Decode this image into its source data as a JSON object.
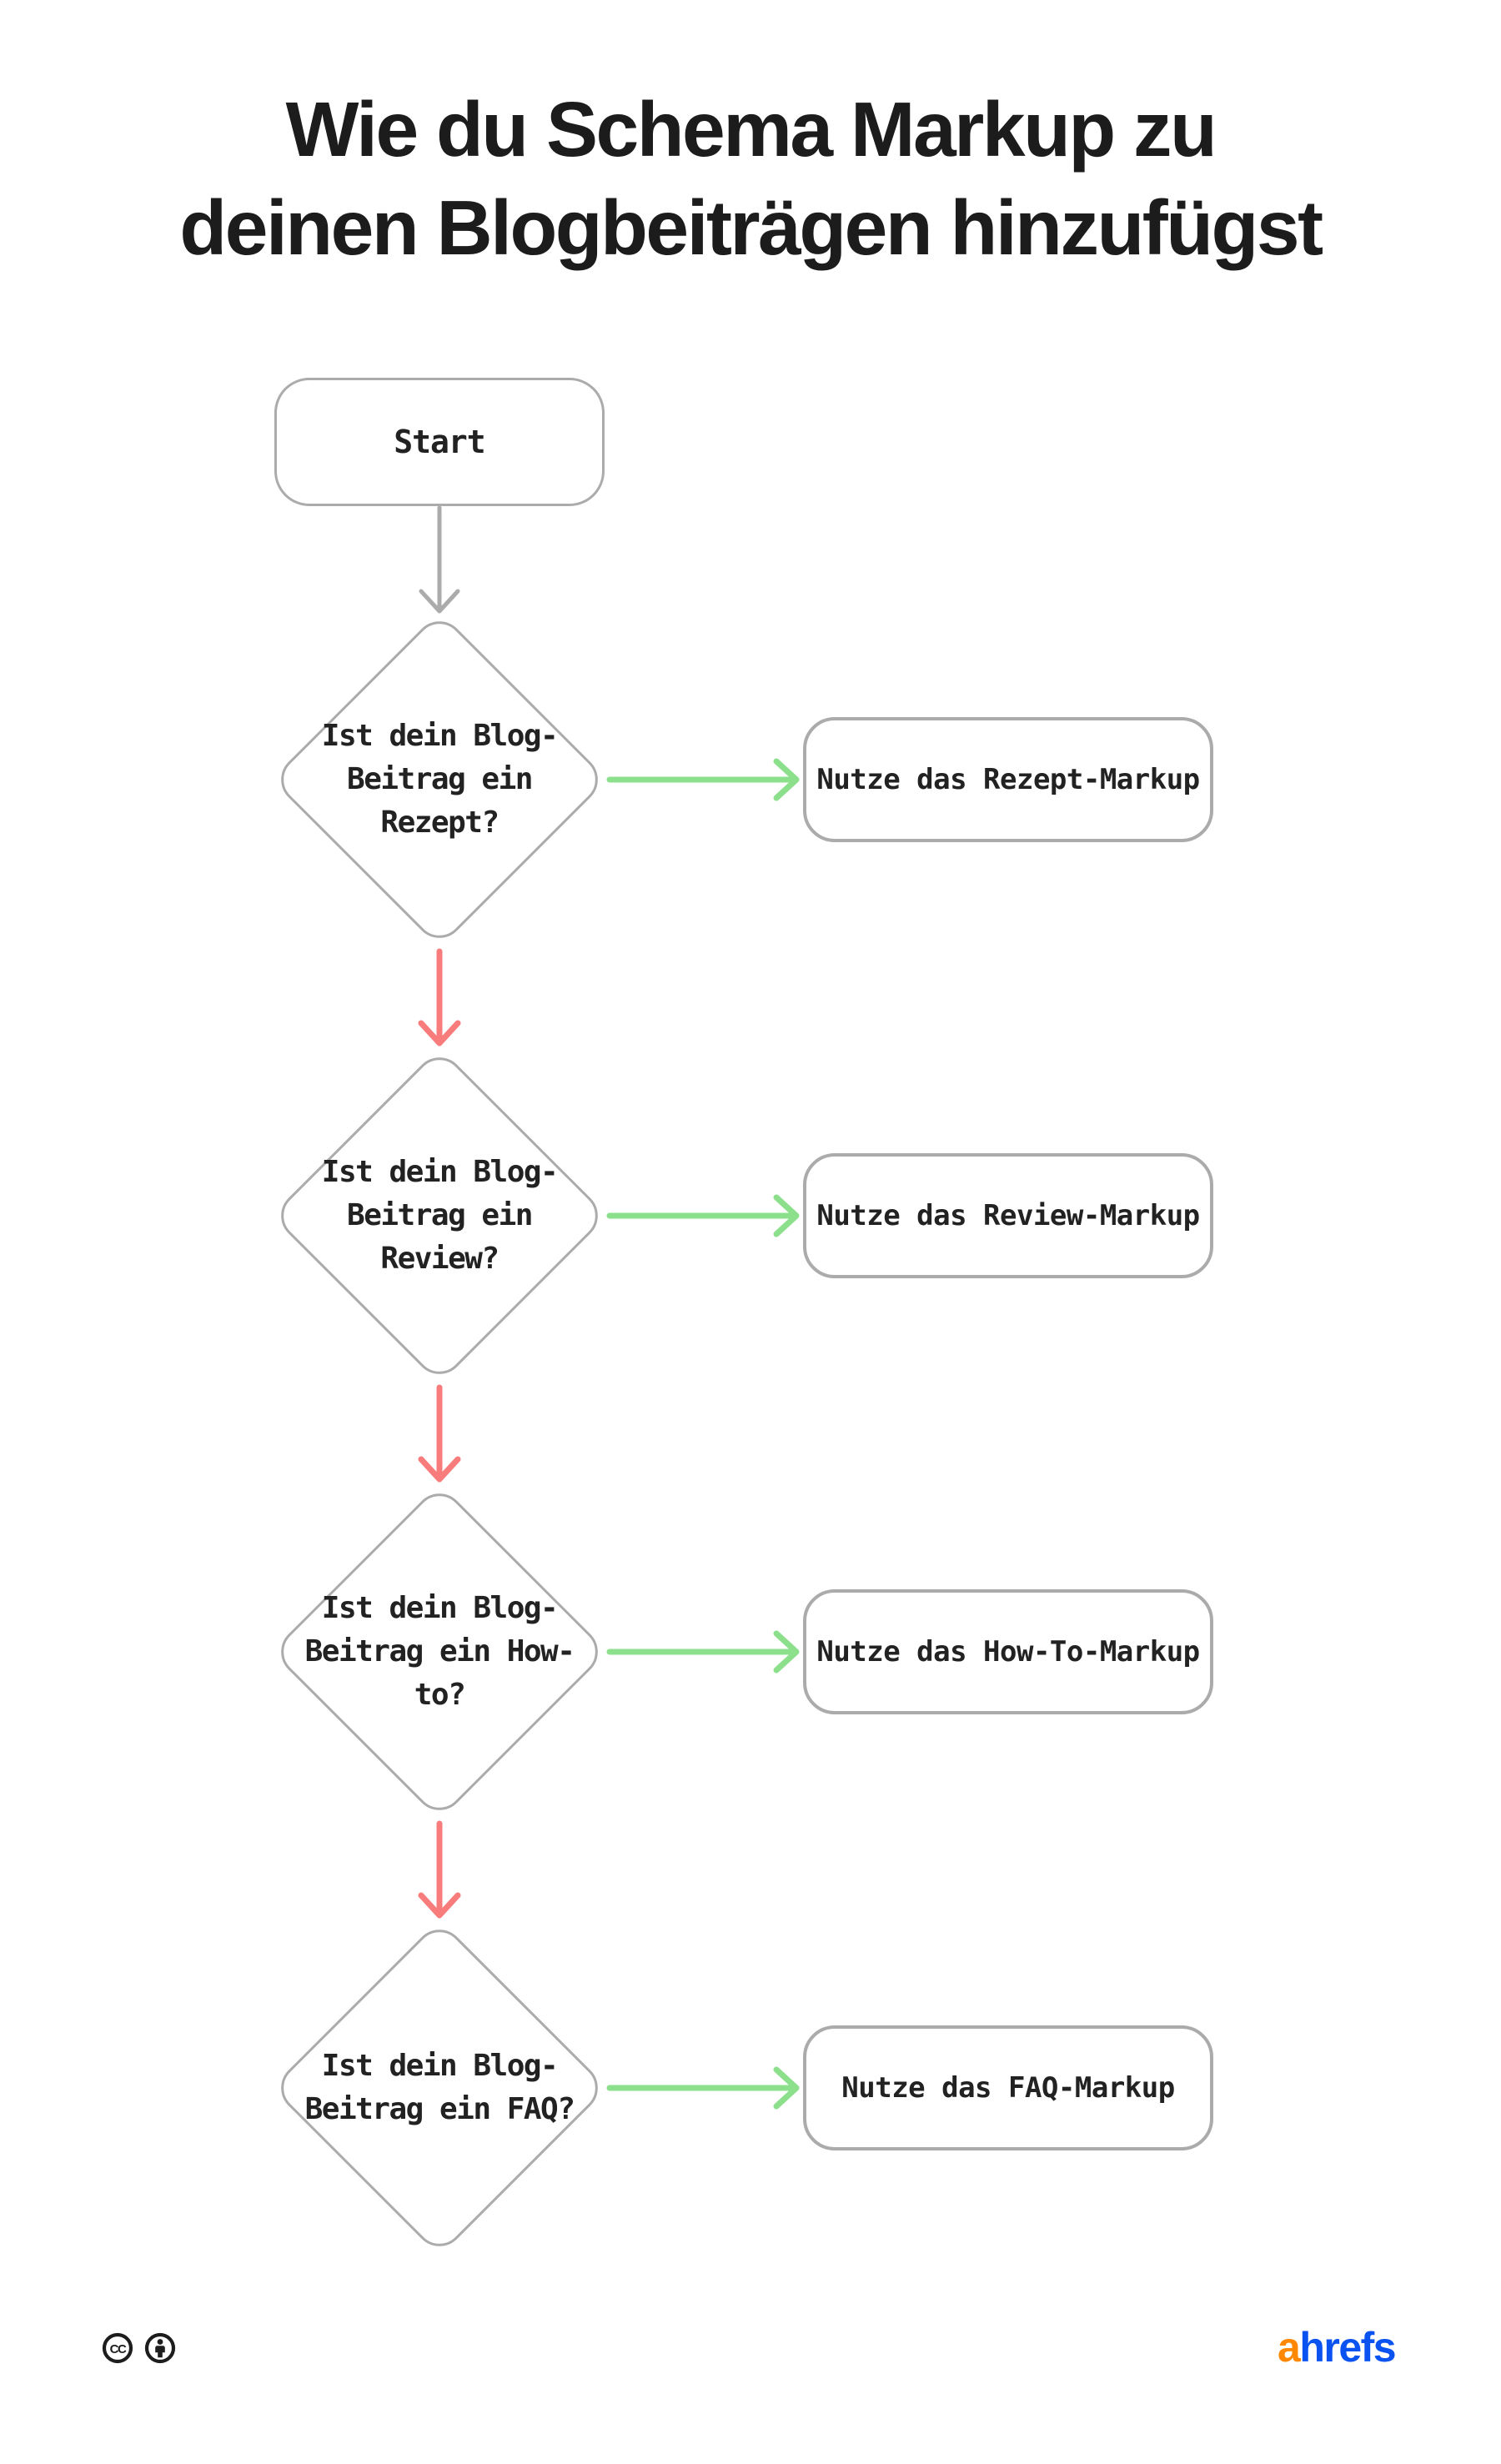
{
  "title": {
    "line1": "Wie du Schema Markup zu",
    "line2": "deinen Blogbeiträgen hinzufügst"
  },
  "flow": {
    "start_label": "Start",
    "rows": [
      {
        "question": "Ist dein Blog-Beitrag ein Rezept?",
        "result": "Nutze das Rezept-Markup"
      },
      {
        "question": "Ist dein Blog-Beitrag ein Review?",
        "result": "Nutze das Review-Markup"
      },
      {
        "question": "Ist dein Blog-Beitrag ein How-to?",
        "result": "Nutze das How-To-Markup"
      },
      {
        "question": "Ist dein Blog-Beitrag ein FAQ?",
        "result": "Nutze das FAQ-Markup"
      }
    ]
  },
  "footer": {
    "license": {
      "cc_icon": "cc-icon",
      "attribution_icon": "attribution-icon",
      "cc_text": "CC"
    },
    "brand": {
      "prefix": "a",
      "suffix": "hrefs"
    }
  },
  "colors": {
    "arrow_gray": "#ababab",
    "arrow_green": "#8ce08c",
    "arrow_red": "#f87c7c",
    "node_border": "#ababab",
    "text": "#222222",
    "icon_black": "#1d1d1d",
    "brand_orange": "#ff8800",
    "brand_blue": "#0b53f0"
  }
}
